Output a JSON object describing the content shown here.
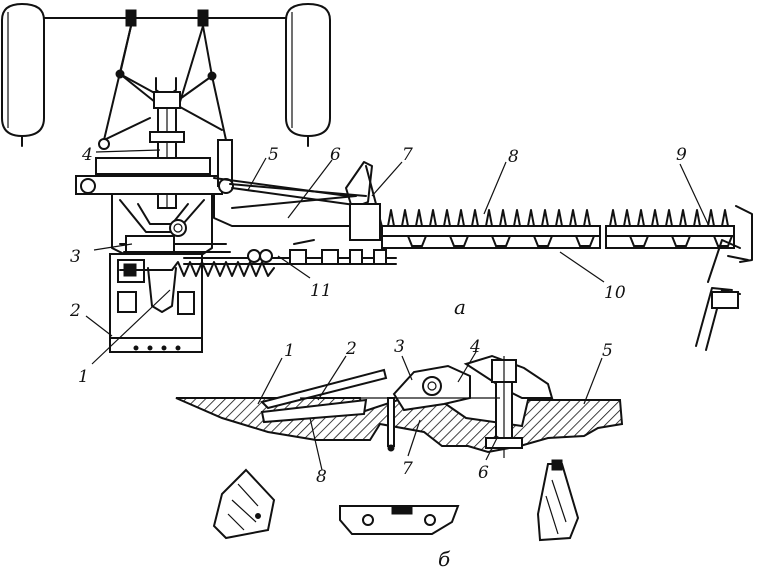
{
  "figure": {
    "view_a_label": "а",
    "view_b_label": "б",
    "view_a_numbers": [
      "1",
      "2",
      "3",
      "4",
      "5",
      "6",
      "7",
      "8",
      "9",
      "10",
      "11"
    ],
    "view_b_numbers": [
      "1",
      "2",
      "3",
      "4",
      "5",
      "6",
      "7",
      "8"
    ],
    "colors": {
      "ink": "#111111",
      "paper": "#ffffff"
    }
  }
}
